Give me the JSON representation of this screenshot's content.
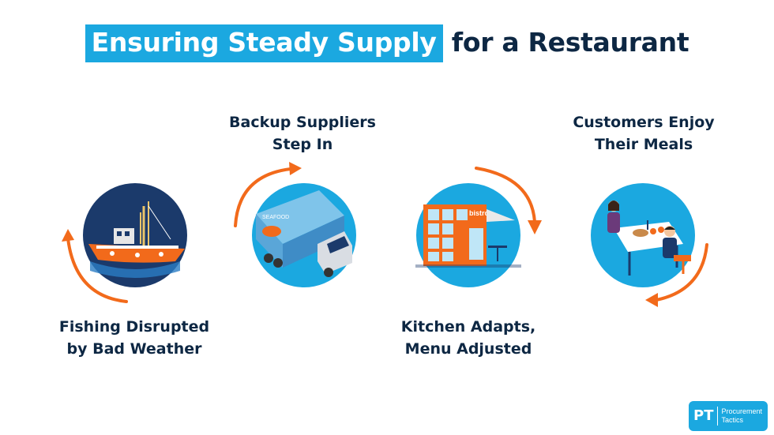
{
  "title": {
    "highlight": "Ensuring Steady Supply",
    "rest": "for a Restaurant"
  },
  "steps": [
    {
      "label_line1": "Fishing Disrupted",
      "label_line2": "by Bad Weather",
      "icon": "fishing-boat-icon"
    },
    {
      "label_line1": "Backup Suppliers",
      "label_line2": "Step In",
      "icon": "seafood-truck-icon"
    },
    {
      "label_line1": "Kitchen Adapts,",
      "label_line2": "Menu Adjusted",
      "icon": "bistro-icon"
    },
    {
      "label_line1": "Customers Enjoy",
      "label_line2": "Their Meals",
      "icon": "dining-customers-icon"
    }
  ],
  "truck_text": "SEAFOOD",
  "bistro_sign": "bistro",
  "logo": {
    "mark": "PT",
    "line1": "Procurement",
    "line2": "Tactics"
  },
  "colors": {
    "accent": "#1ba8e0",
    "navy": "#0d2743",
    "arrow": "#f26a1b",
    "circle": "#1b3a6b"
  }
}
